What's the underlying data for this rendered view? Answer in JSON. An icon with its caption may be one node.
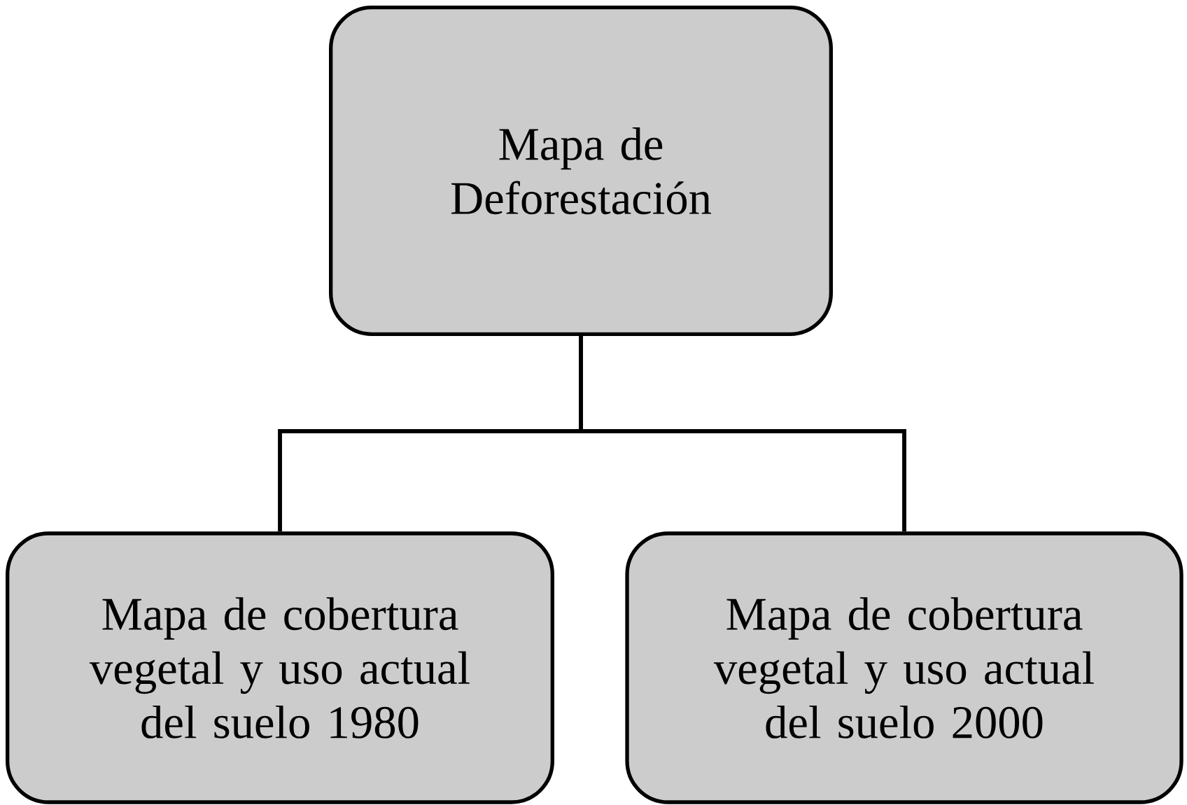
{
  "diagram": {
    "nodes": [
      {
        "text": [
          "Mapa de Deforestación"
        ]
      },
      {
        "text": [
          "Mapa de cobertura vegetal y uso actual del suelo 1980"
        ]
      },
      {
        "text": [
          "Mapa de cobertura vegetal y uso actual del suelo 2000"
        ]
      }
    ],
    "edges": [
      {
        "from": 0,
        "to": 1,
        "arrow": "none"
      },
      {
        "from": 0,
        "to": 2,
        "arrow": "none"
      }
    ]
  }
}
